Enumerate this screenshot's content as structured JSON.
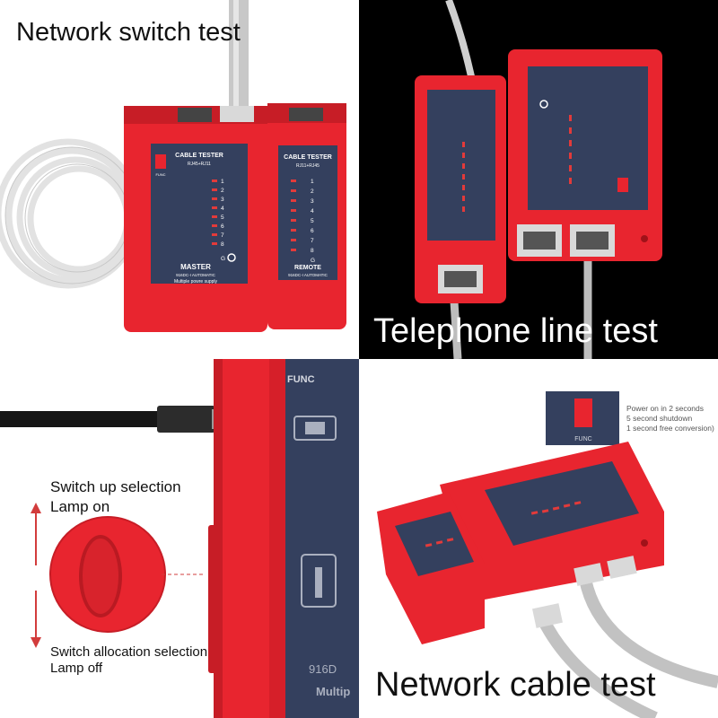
{
  "panels": {
    "network_switch": {
      "caption": "Network switch test",
      "master": {
        "heading": "CABLE TESTER",
        "ports": "RJ45+RJ11",
        "func_label": "FUNC",
        "pins": [
          "1",
          "2",
          "3",
          "4",
          "5",
          "6",
          "7",
          "8",
          "G"
        ],
        "role": "MASTER",
        "model": "916DC-I AUTOMATIC",
        "supply": "Multiple powre supply"
      },
      "remote": {
        "heading": "CABLE TESTER",
        "ports": "RJ11+RJ45",
        "pins": [
          "1",
          "2",
          "3",
          "4",
          "5",
          "6",
          "7",
          "8",
          "G"
        ],
        "role": "REMOTE",
        "model": "916DC-I AUTOMATIC"
      }
    },
    "telephone_line": {
      "caption": "Telephone line test"
    },
    "switch_closeup": {
      "func_label": "FUNC",
      "model_fragment": "916D",
      "supply_fragment": "Multip",
      "switch_up": {
        "line1": "Switch up selection",
        "line2": "Lamp on"
      },
      "switch_down": {
        "line1": "Switch allocation selection",
        "line2": "Lamp off"
      }
    },
    "network_cable": {
      "caption": "Network cable test",
      "func_label": "FUNC",
      "callout": {
        "line1": "Power on in 2 seconds",
        "line2": "5 second shutdown",
        "line3": "1 second free conversion)"
      }
    }
  },
  "colors": {
    "device_red": "#e8252f",
    "device_red_dark": "#b91a22",
    "face_panel": "#34405e",
    "led": "#e33a3a",
    "cable": "#d9d9d9",
    "dashed_leader": "#d23c3c"
  }
}
